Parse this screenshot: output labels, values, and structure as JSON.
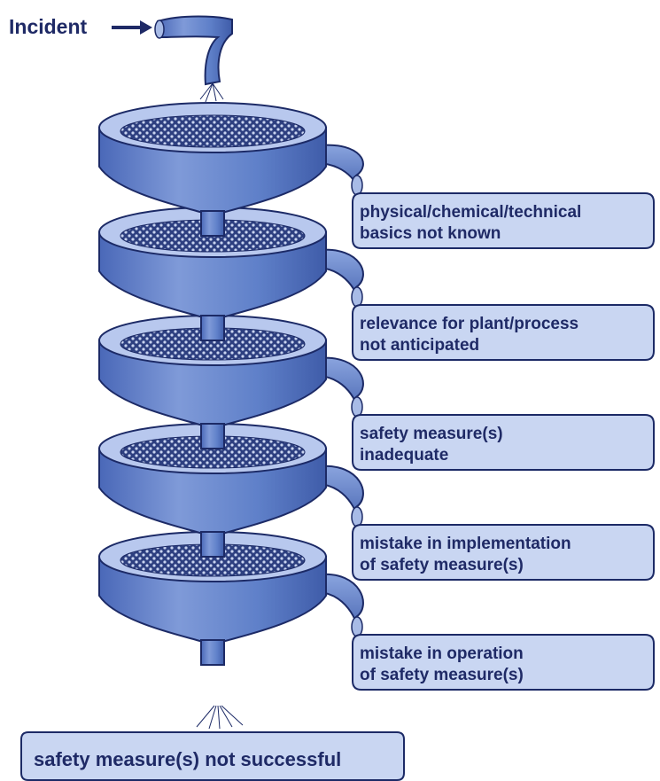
{
  "incident_label": "Incident",
  "filter_labels": [
    {
      "line1": "physical/chemical/technical",
      "line2": "basics not known"
    },
    {
      "line1": "relevance for plant/process",
      "line2": "not anticipated"
    },
    {
      "line1": "safety measure(s)",
      "line2": "inadequate"
    },
    {
      "line1": "mistake in implementation",
      "line2": "of safety measure(s)"
    },
    {
      "line1": "mistake in operation",
      "line2": "of safety measure(s)"
    }
  ],
  "outcome_label": "safety measure(s) not successful",
  "colors": {
    "funnel_fill": "#5f80c9",
    "funnel_dark": "#3d5aa6",
    "funnel_light": "#8aa4de",
    "box_fill": "#c9d6f2",
    "outline": "#1c2a66",
    "text": "#1f2a66"
  },
  "icons": {
    "incident_arrow": "arrow-right-icon"
  }
}
